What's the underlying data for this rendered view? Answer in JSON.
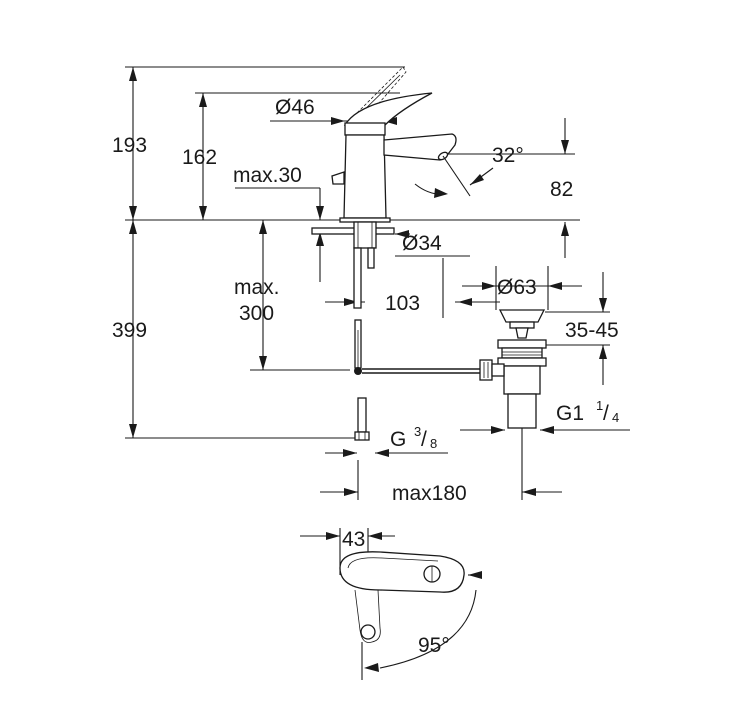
{
  "labels": {
    "d193": "193",
    "d162": "162",
    "dia46": "Ø46",
    "angle32": "32°",
    "d82": "82",
    "max30": "max.30",
    "dia34": "Ø34",
    "max": "max.",
    "d300": "300",
    "d103": "103",
    "dia63": "Ø63",
    "d399": "399",
    "d3545": "35-45",
    "g1": "G1",
    "g1_num": "1",
    "g1_den": "4",
    "g38": "G",
    "g38_num": "3",
    "g38_den": "8",
    "max180": "max180",
    "d43": "43",
    "angle95": "95°"
  },
  "colors": {
    "line": "#1a1a1a",
    "background": "#ffffff"
  }
}
